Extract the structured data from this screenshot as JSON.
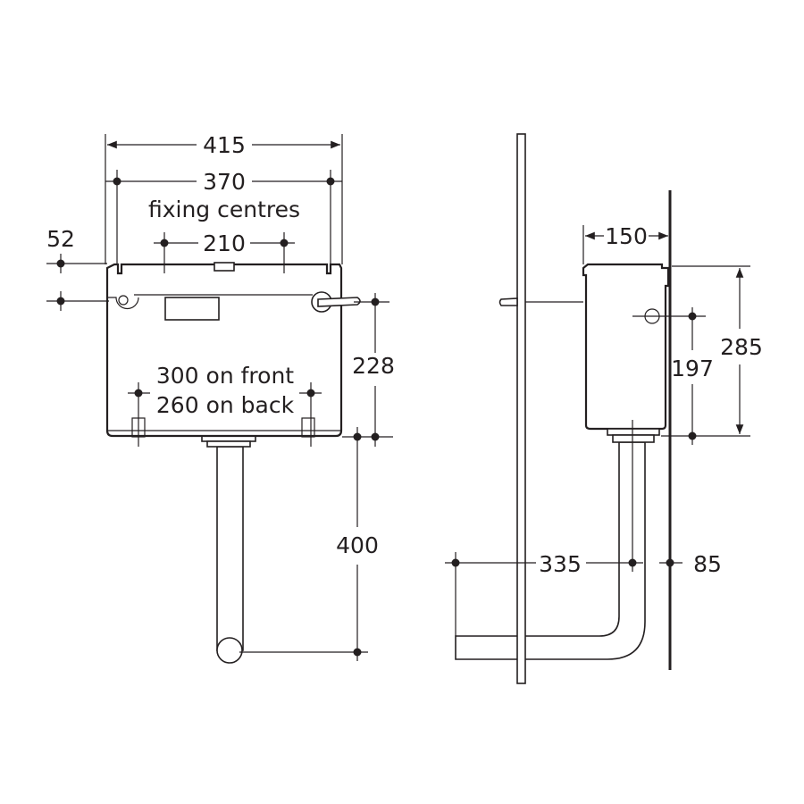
{
  "front_view": {
    "overall_width": "415",
    "fixing_centres_value": "370",
    "fixing_centres_label": "fixing centres",
    "inner_spacing": "210",
    "top_offset": "52",
    "lever_height": "228",
    "foot_spacing_front": "300 on front",
    "foot_spacing_back": "260 on back",
    "pipe_length": "400"
  },
  "side_view": {
    "depth": "150",
    "height": "285",
    "hole_height": "197",
    "pipe_offset": "335",
    "wall_gap": "85"
  },
  "colors": {
    "line": "#231f20",
    "background": "#ffffff"
  }
}
